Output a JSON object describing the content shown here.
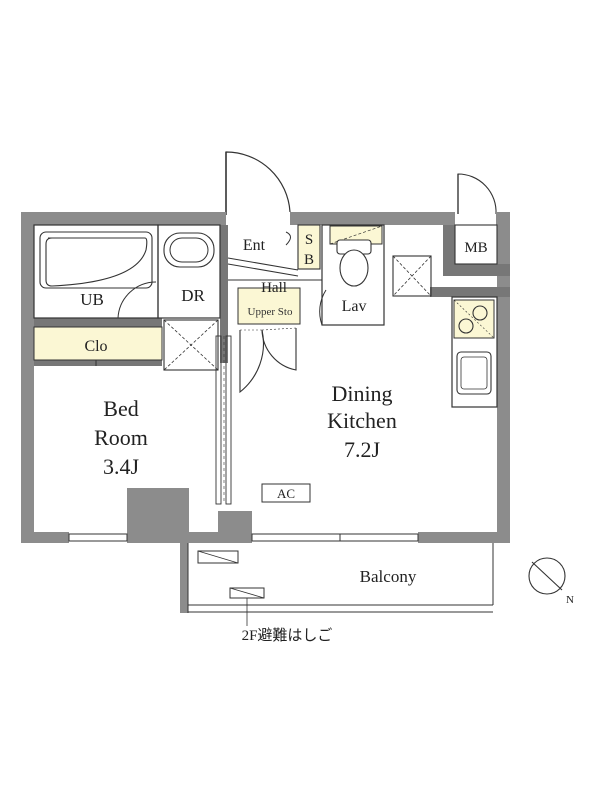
{
  "rooms": {
    "ub": "UB",
    "dr": "DR",
    "ent": "Ent",
    "sb_top": "S",
    "sb_bottom": "B",
    "hall": "Hall",
    "upper_storage": "Upper Sto",
    "lav": "Lav",
    "mb": "MB",
    "clo": "Clo",
    "bed_line1": "Bed",
    "bed_line2": "Room",
    "bed_size": "3.4J",
    "dk_line1": "Dining",
    "dk_line2": "Kitchen",
    "dk_size": "7.2J",
    "ac": "AC",
    "balcony": "Balcony",
    "escape_ladder": "2F避難はしご"
  },
  "compass": {
    "north_label": "N"
  },
  "colors": {
    "wall": "#8c8c8c",
    "wall_dark": "#777777",
    "storage_fill": "#fbf7d4",
    "line": "#333333"
  }
}
